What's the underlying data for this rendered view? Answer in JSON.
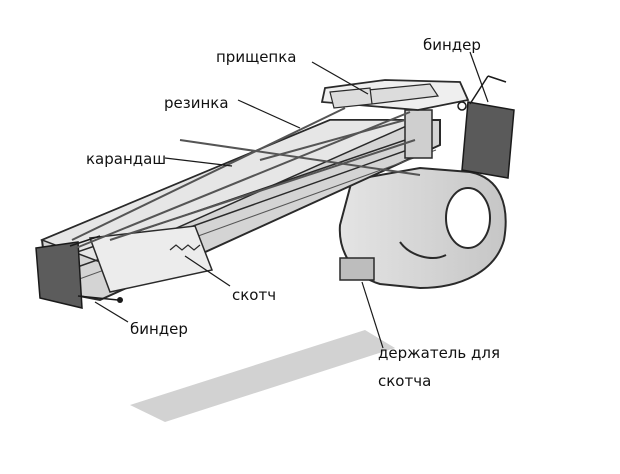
{
  "labels": {
    "clothespin": "прищепка",
    "binder_top": "биндер",
    "rubber_band": "резинка",
    "pencil": "карандаш",
    "tape": "скотч",
    "binder_bottom": "биндер",
    "tape_holder_line1": "держатель для",
    "tape_holder_line2": "скотча"
  }
}
